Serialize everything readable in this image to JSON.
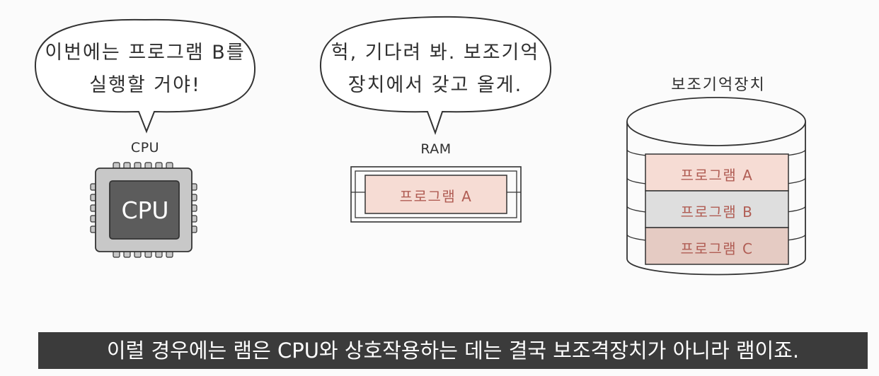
{
  "cpu": {
    "speech": {
      "line1": "이번에는 프로그램 B를",
      "line2": "실행할 거야!"
    },
    "label": "CPU",
    "chip_text": "CPU"
  },
  "ram": {
    "speech": {
      "line1": "헉, 기다려 봐. 보조기억",
      "line2": "장치에서 갖고 올게."
    },
    "label": "RAM",
    "program": "프로그램 A"
  },
  "storage": {
    "label": "보조기억장치",
    "programs": [
      {
        "name": "프로그램 A",
        "color": "#f6dcd4"
      },
      {
        "name": "프로그램 B",
        "color": "#dedede"
      },
      {
        "name": "프로그램 C",
        "color": "#e5cbc3"
      }
    ]
  },
  "subtitle": "이럴 경우에는 램은 CPU와 상호작용하는 데는 결국 보조격장치가 아니라 램이죠.",
  "colors": {
    "program_text": "#b05d54",
    "ram_program_fill": "#f6dcd4",
    "chip_body": "#c8c8c8",
    "chip_core": "#5c5c5c",
    "subtitle_bg": "#3b3b3b"
  }
}
